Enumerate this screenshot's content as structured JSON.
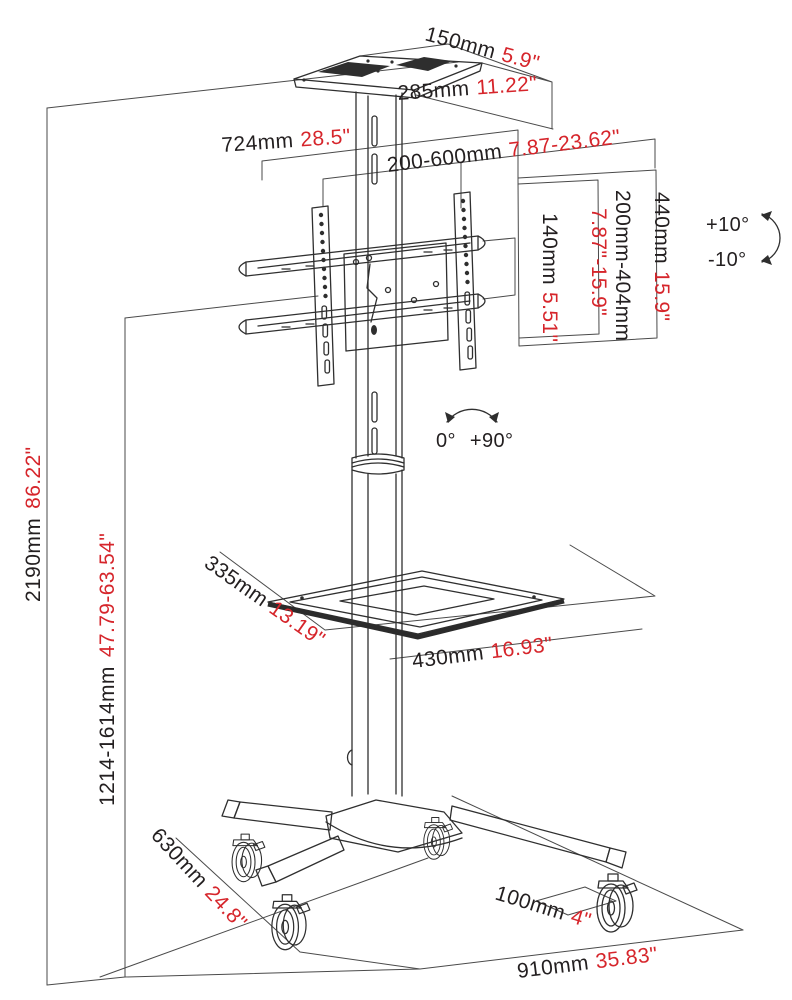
{
  "diagram": {
    "subject": "Mobile TV cart stand technical dimension drawing",
    "colors": {
      "line": "#2f2f2f",
      "metric_text": "#231f20",
      "imperial_text": "#d6252b",
      "background": "#ffffff"
    },
    "dimensions": {
      "top_shelf_depth": {
        "mm": "150mm",
        "inch": "5.9\""
      },
      "top_shelf_width": {
        "mm": "285mm",
        "inch": "11.22\""
      },
      "bracket_width": {
        "mm": "724mm",
        "inch": "28.5\""
      },
      "vesa_width_range": {
        "mm": "200-600mm",
        "inch": "7.87-23.62\""
      },
      "rail_spacing": {
        "mm": "140mm",
        "inch": "5.51\""
      },
      "vesa_height_range": {
        "mm": "200mm-404mm",
        "inch": "7.87\"-15.9\""
      },
      "bracket_height": {
        "mm": "440mm",
        "inch": "15.9\""
      },
      "total_height": {
        "mm": "2190mm",
        "inch": "86.22\""
      },
      "screen_height_range": {
        "mm": "1214-1614mm",
        "inch": "47.79-63.54\""
      },
      "mid_shelf_depth": {
        "mm": "335mm",
        "inch": "13.19\""
      },
      "mid_shelf_width": {
        "mm": "430mm",
        "inch": "16.93\""
      },
      "base_depth": {
        "mm": "630mm",
        "inch": "24.8\""
      },
      "caster_diameter": {
        "mm": "100mm",
        "inch": "4\""
      },
      "base_width": {
        "mm": "910mm",
        "inch": "35.83\""
      }
    },
    "angles": {
      "tilt_up": "+10°",
      "tilt_down": "-10°",
      "swivel_start": "0°",
      "swivel_end": "+90°"
    }
  }
}
